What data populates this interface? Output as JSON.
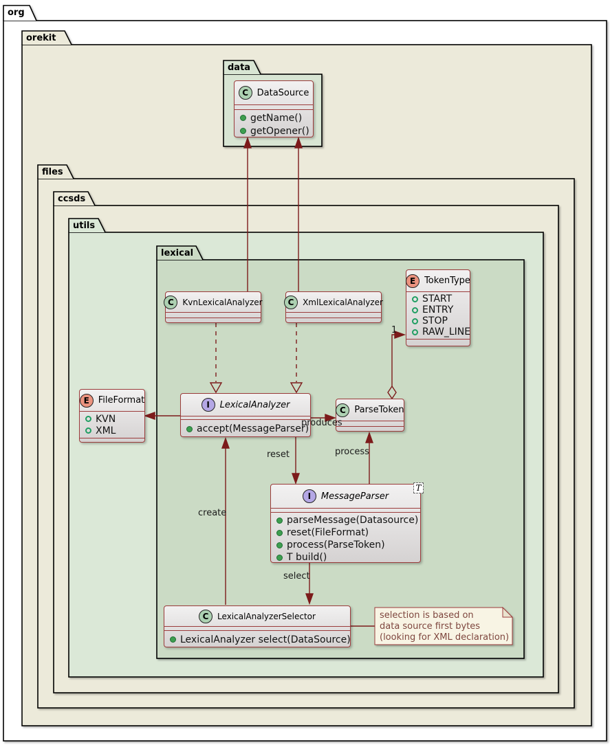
{
  "packages": {
    "org": "org",
    "orekit": "orekit",
    "data": "data",
    "files": "files",
    "ccsds": "ccsds",
    "utils": "utils",
    "lexical": "lexical"
  },
  "classes": {
    "datasource": {
      "letter": "C",
      "name": "DataSource",
      "m0": "getName()",
      "m1": "getOpener()"
    },
    "kvnlexicalanalyzer": {
      "letter": "C",
      "name": "KvnLexicalAnalyzer"
    },
    "xmllexicalanalyzer": {
      "letter": "C",
      "name": "XmlLexicalAnalyzer"
    },
    "tokentype": {
      "letter": "E",
      "name": "TokenType",
      "f0": "START",
      "f1": "ENTRY",
      "f2": "STOP",
      "f3": "RAW_LINE"
    },
    "fileformat": {
      "letter": "E",
      "name": "FileFormat",
      "f0": "KVN",
      "f1": "XML"
    },
    "lexicalanalyzer": {
      "letter": "I",
      "name": "LexicalAnalyzer",
      "m0": "accept(MessageParser)"
    },
    "parsetoken": {
      "letter": "C",
      "name": "ParseToken"
    },
    "messageparser": {
      "letter": "I",
      "name": "MessageParser",
      "generic": "T",
      "m0": "parseMessage(Datasource)",
      "m1": "reset(FileFormat)",
      "m2": "process(ParseToken)",
      "m3": "T build()"
    },
    "lexicalanalyzerselector": {
      "letter": "C",
      "name": "LexicalAnalyzerSelector",
      "m0": "LexicalAnalyzer select(DataSource)"
    }
  },
  "edge_labels": {
    "produces": "produces",
    "reset": "reset",
    "process": "process",
    "create": "create",
    "select": "select",
    "tokentype_multiplicity": "1"
  },
  "note": {
    "line0": "selection is based on",
    "line1": "data source first bytes",
    "line2": "(looking for XML declaration)"
  },
  "colors": {
    "package_beige": "#ECEADA",
    "package_green_light": "#DBE8D7",
    "package_green_data": "#D8E5D3",
    "package_green_dark": "#CBDBC5",
    "class_border": "#9B3B3B",
    "arrow": "#7C1B1B",
    "spot_class": "#ADD1B2",
    "spot_enum": "#EB937F",
    "spot_interface": "#B4A7E5",
    "note_bg": "#F8F4E4"
  }
}
